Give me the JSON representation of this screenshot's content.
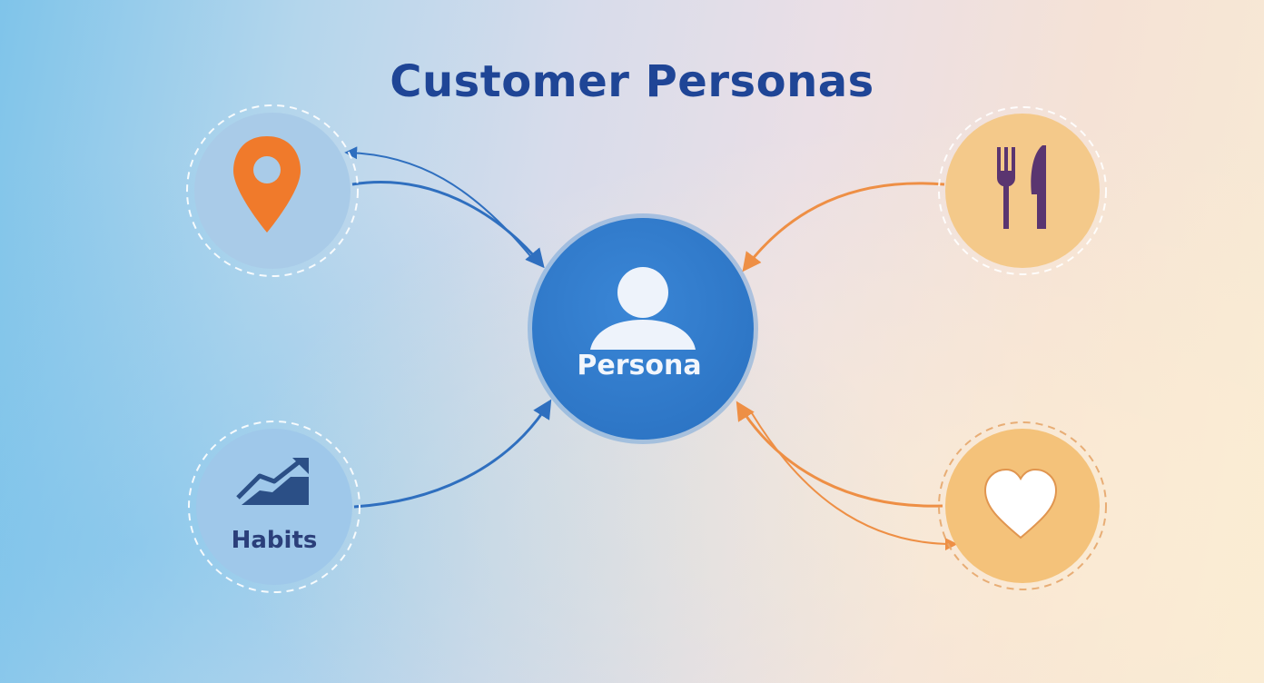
{
  "title": "Customer Personas",
  "center": {
    "label": "Persona",
    "icon": "person-icon",
    "color": "#2f7fcf"
  },
  "nodes": [
    {
      "id": "location",
      "icon": "location-pin-icon",
      "label": "",
      "color": "#a9cbe8",
      "icon_color": "#f07a2b"
    },
    {
      "id": "habits",
      "icon": "trend-chart-icon",
      "label": "Habits",
      "color": "#9fc8ea",
      "icon_color": "#2b4f86"
    },
    {
      "id": "food",
      "icon": "fork-knife-icon",
      "label": "",
      "color": "#f4c98a",
      "icon_color": "#5a3570"
    },
    {
      "id": "interests",
      "icon": "heart-icon",
      "label": "",
      "color": "#f4c27a",
      "icon_color": "#ffffff"
    }
  ],
  "colors": {
    "blue_arrow": "#2f6fbf",
    "orange_arrow": "#ee8f45",
    "title": "#1f4596"
  }
}
